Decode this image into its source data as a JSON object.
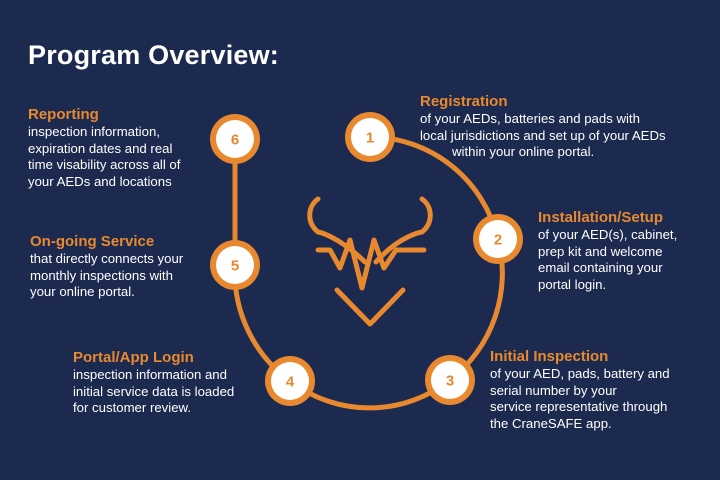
{
  "title": "Program Overview:",
  "colors": {
    "background": "#1b2a4e",
    "accent": "#e8892f",
    "text": "#ffffff"
  },
  "center_icon": "heart-pulse-icon",
  "steps": [
    {
      "number": "1",
      "title": "Registration",
      "desc": [
        "of your AEDs, batteries and pads with",
        "local jurisdictions and set up of your AEDs",
        "within your online portal."
      ]
    },
    {
      "number": "2",
      "title": "Installation/Setup",
      "desc": [
        "of your AED(s), cabinet,",
        "prep kit and welcome",
        "email containing your",
        "portal login."
      ]
    },
    {
      "number": "3",
      "title": "Initial Inspection",
      "desc": [
        "of your AED, pads, battery and",
        "serial number by your",
        "service representative through",
        "the CraneSAFE app."
      ]
    },
    {
      "number": "4",
      "title": "Portal/App Login",
      "desc": [
        "inspection information and",
        "initial service data is loaded",
        "for customer review."
      ]
    },
    {
      "number": "5",
      "title": "On-going Service",
      "desc": [
        "that directly connects your",
        "monthly inspections with",
        "your online portal."
      ]
    },
    {
      "number": "6",
      "title": "Reporting",
      "desc": [
        "inspection information,",
        "expiration dates and real",
        "time visability across all of",
        "your AEDs and locations"
      ]
    }
  ]
}
